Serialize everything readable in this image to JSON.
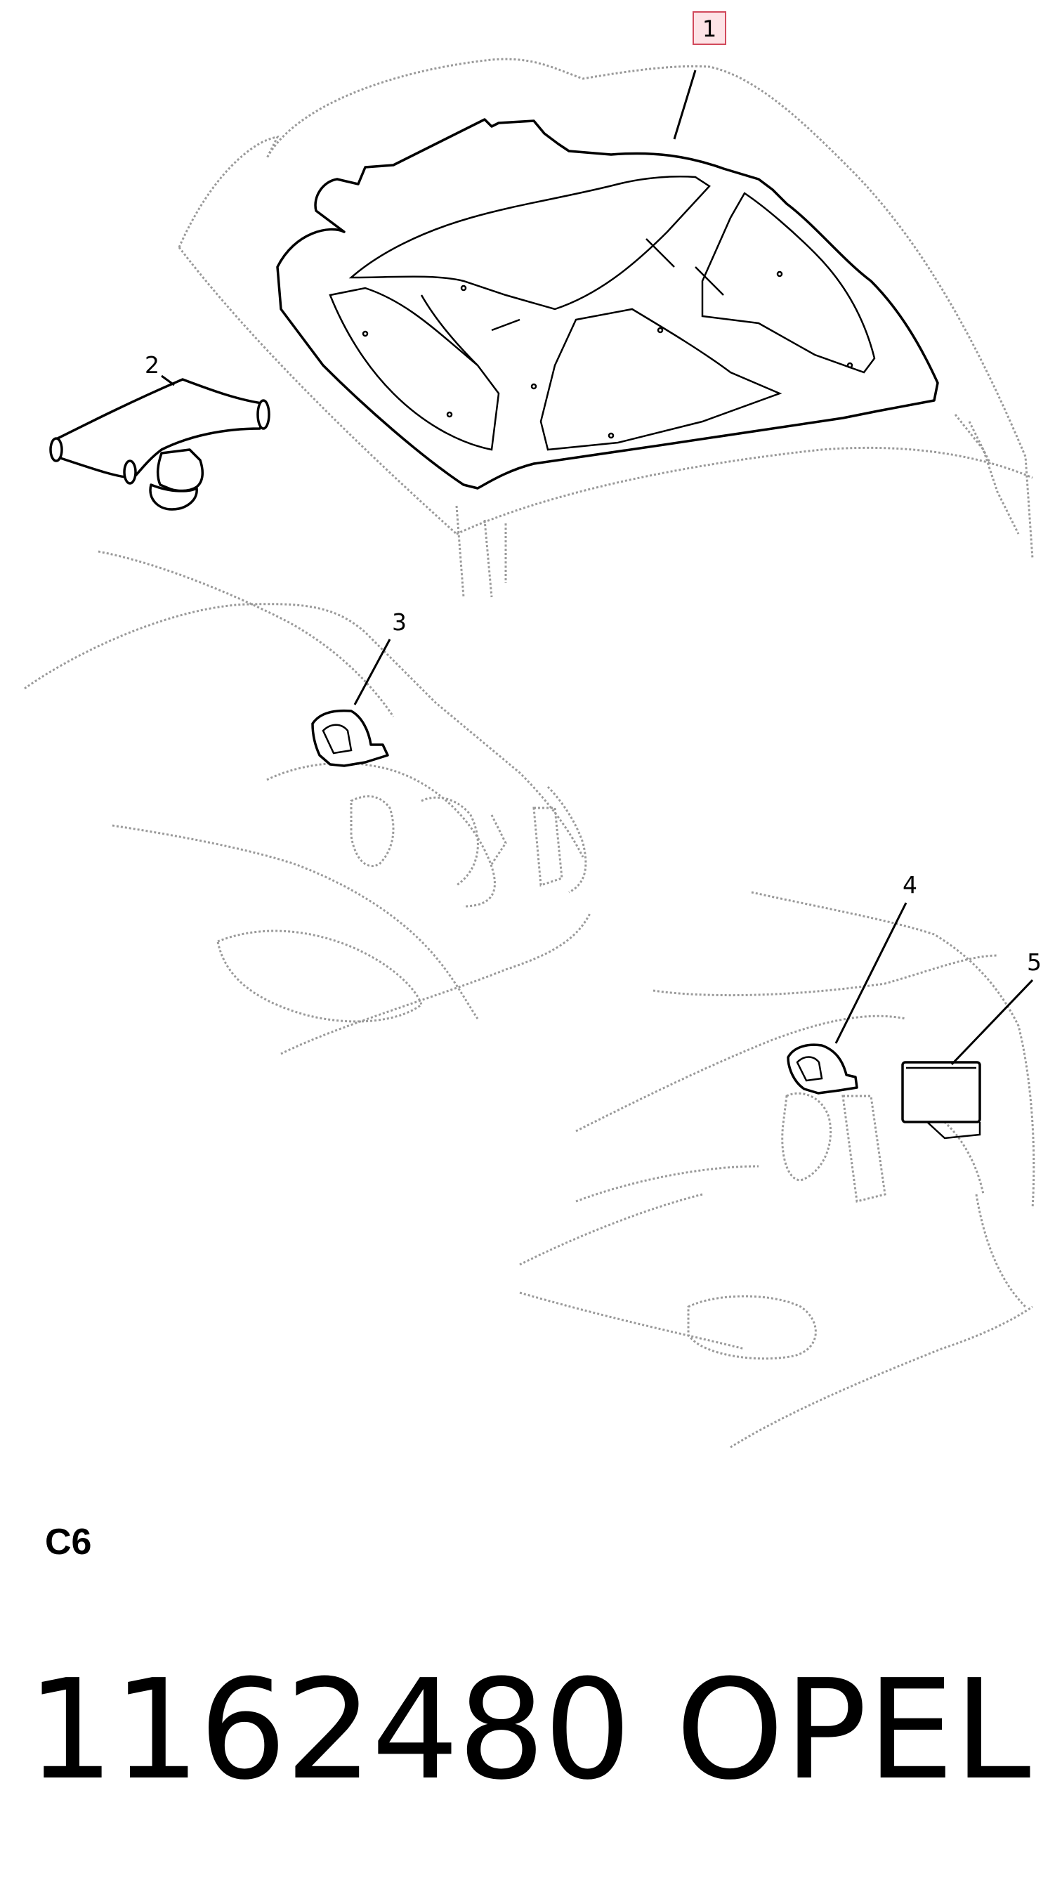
{
  "callouts": {
    "c1": "1",
    "c2": "2",
    "c3": "3",
    "c4": "4",
    "c5": "5"
  },
  "section_code": "C6",
  "part_number": "1162480",
  "brand": "OPEL",
  "colors": {
    "line": "#000000",
    "ghost_line": "#9a9a9a",
    "callout_box_border": "#d1495b",
    "callout_box_fill": "#fde3e6"
  }
}
